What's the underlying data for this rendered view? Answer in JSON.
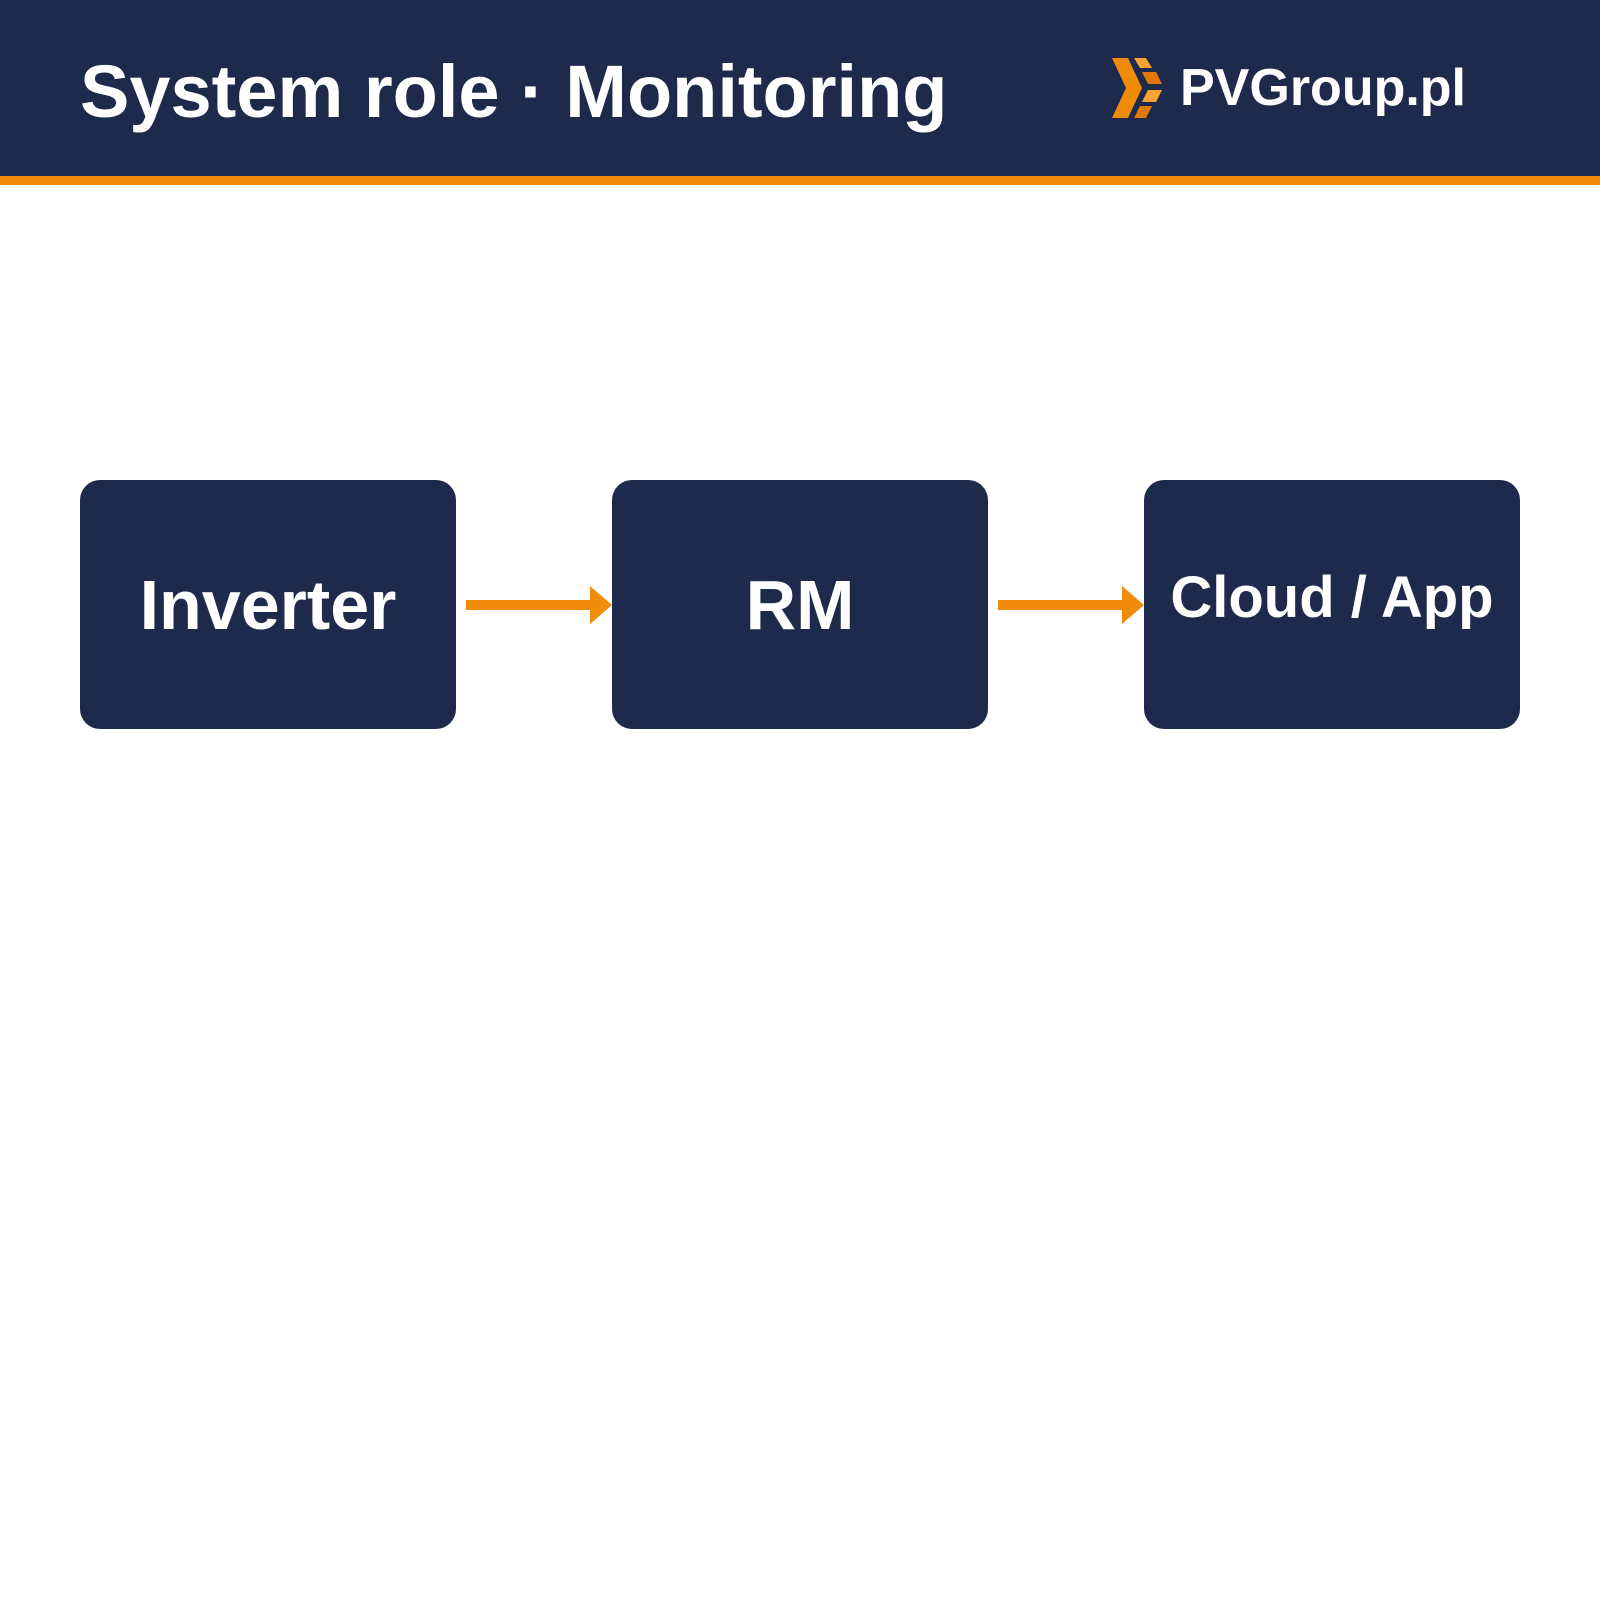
{
  "header": {
    "title": "System role · Monitoring",
    "logo_text": "PVGroup.pl"
  },
  "colors": {
    "navy": "#1e2a4b",
    "accent_orange": "#f08c0a",
    "background": "#ffffff",
    "text_on_dark": "#ffffff"
  },
  "diagram": {
    "nodes": [
      {
        "id": "inverter",
        "label": "Inverter"
      },
      {
        "id": "rm",
        "label": "RM"
      },
      {
        "id": "cloud-app",
        "label": "Cloud / App"
      }
    ],
    "edges": [
      {
        "from": "inverter",
        "to": "rm"
      },
      {
        "from": "rm",
        "to": "cloud-app"
      }
    ]
  }
}
